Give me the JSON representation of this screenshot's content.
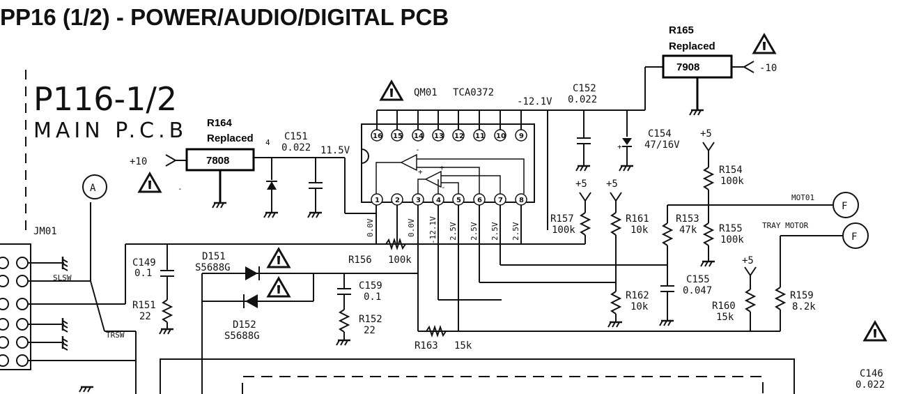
{
  "title": "PP16 (1/2) - POWER/AUDIO/DIGITAL PCB",
  "board": {
    "line1": "P116-1/2",
    "line2": "MAIN P.C.B"
  },
  "annotations": {
    "r164_ref": "R164",
    "r164_note": "Replaced",
    "r164_part": "7808",
    "r165_ref": "R165",
    "r165_note": "Replaced",
    "r165_part": "7908"
  },
  "supplies": {
    "plus10": "+10",
    "minus10": "-10",
    "plus5": "+5"
  },
  "ic": {
    "ref": "QM01",
    "part": "TCA0372",
    "top_pins": [
      "16",
      "15",
      "14",
      "13",
      "12",
      "11",
      "10",
      "9"
    ],
    "bottom_pins": [
      "1",
      "2",
      "3",
      "4",
      "5",
      "6",
      "7",
      "8"
    ]
  },
  "rails": {
    "v115": "11.5V",
    "vneg121": "-12.1V"
  },
  "pin_voltages": [
    "0.0V",
    "0.0V",
    "-12.1V",
    "2.5V",
    "2.5V",
    "2.5V",
    "2.5V"
  ],
  "caps": {
    "c151": "C151",
    "c151_val": "0.022",
    "c152": "C152",
    "c152_val": "0.022",
    "c154": "C154",
    "c154_val": "47/16V",
    "c149": "C149",
    "c149_val": "0.1",
    "c159": "C159",
    "c159_val": "0.1",
    "c155": "C155",
    "c155_val": "0.047",
    "c146": "C146",
    "c146_val": "0.022"
  },
  "resistors": {
    "r157": "R157",
    "r157_val": "100k",
    "r161": "R161",
    "r161_val": "10k",
    "r153": "R153",
    "r153_val": "47k",
    "r154": "R154",
    "r154_val": "100k",
    "r155": "R155",
    "r155_val": "100k",
    "r156": "R156",
    "r156_val": "100k",
    "r162": "R162",
    "r162_val": "10k",
    "r160": "R160",
    "r160_val": "15k",
    "r159": "R159",
    "r159_val": "8.2k",
    "r151": "R151",
    "r151_val": "22",
    "r152": "R152",
    "r152_val": "22",
    "r163": "R163",
    "r163_val": "15k"
  },
  "diodes": {
    "d151": "D151",
    "d151_part": "S5688G",
    "d152": "D152",
    "d152_part": "S5688G"
  },
  "connector": {
    "ref": "JM01",
    "slsw": "SLSW",
    "trsw": "TRSW"
  },
  "motor": {
    "net": "MOT01",
    "label": "TRAY MOTOR",
    "term": "F"
  },
  "node_a": "A",
  "stray": {
    "v4": "4",
    "dash": "-"
  }
}
